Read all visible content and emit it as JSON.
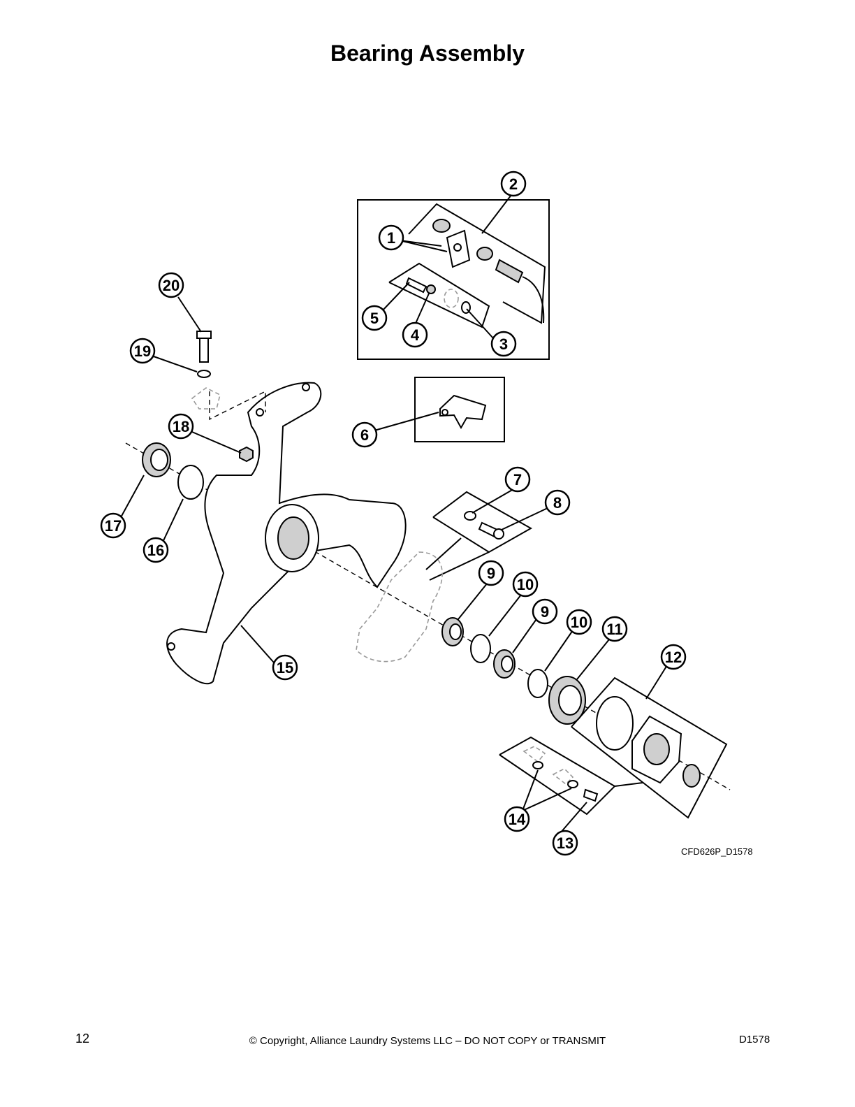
{
  "page": {
    "title": "Bearing Assembly",
    "page_number": "12",
    "copyright": "© Copyright, Alliance Laundry Systems LLC – DO NOT COPY or TRANSMIT",
    "document_id": "D1578"
  },
  "diagram": {
    "drawing_code": "CFD626P_D1578",
    "callouts": [
      "1",
      "2",
      "3",
      "4",
      "5",
      "6",
      "7",
      "8",
      "9",
      "10",
      "9",
      "10",
      "11",
      "12",
      "13",
      "14",
      "15",
      "16",
      "17",
      "18",
      "19",
      "20"
    ]
  }
}
